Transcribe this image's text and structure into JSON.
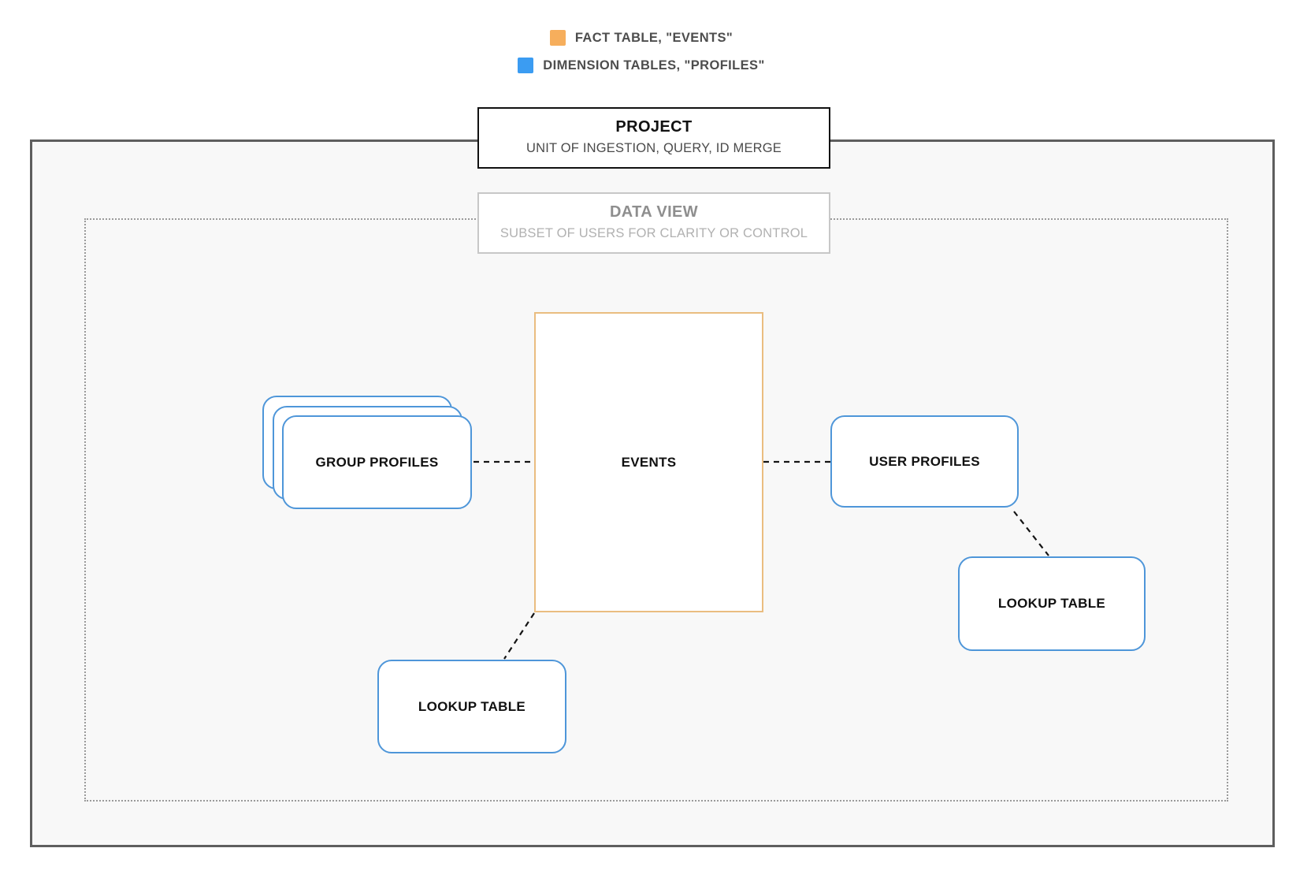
{
  "legend": {
    "items": [
      {
        "id": "fact",
        "label": "FACT TABLE, \"EVENTS\""
      },
      {
        "id": "dimension",
        "label": "DIMENSION TABLES, \"PROFILES\""
      }
    ]
  },
  "project_box": {
    "title": "PROJECT",
    "subtitle": "UNIT OF INGESTION, QUERY, ID MERGE"
  },
  "data_view_box": {
    "title": "DATA VIEW",
    "subtitle": "SUBSET OF USERS FOR CLARITY OR CONTROL"
  },
  "nodes": {
    "events": {
      "label": "EVENTS",
      "type": "fact"
    },
    "group_profiles": {
      "label": "GROUP PROFILES",
      "type": "dimension",
      "stacked": true
    },
    "user_profiles": {
      "label": "USER PROFILES",
      "type": "dimension"
    },
    "lookup_table_bottom": {
      "label": "LOOKUP TABLE",
      "type": "dimension"
    },
    "lookup_table_right": {
      "label": "LOOKUP TABLE",
      "type": "dimension"
    }
  },
  "connections": [
    {
      "from": "group_profiles",
      "to": "events",
      "style": "dashed"
    },
    {
      "from": "events",
      "to": "user_profiles",
      "style": "dashed"
    },
    {
      "from": "user_profiles",
      "to": "lookup_table_right",
      "style": "dashed"
    },
    {
      "from": "events",
      "to": "lookup_table_bottom",
      "style": "dashed"
    }
  ],
  "colors": {
    "legend_fact": "#F6AE5C",
    "legend_dimension": "#3B9CF2",
    "fact_border": "#EABD80",
    "dimension_border": "#4E96D9",
    "outer_border": "#5E5E5E",
    "dotted_border": "#9A9A9A",
    "connector": "#141414",
    "canvas_bg": "#F8F8F8",
    "legend_text": "#4D4D4D",
    "muted_title": "#8E8E8E",
    "muted_subtitle": "#B1B1B1"
  }
}
